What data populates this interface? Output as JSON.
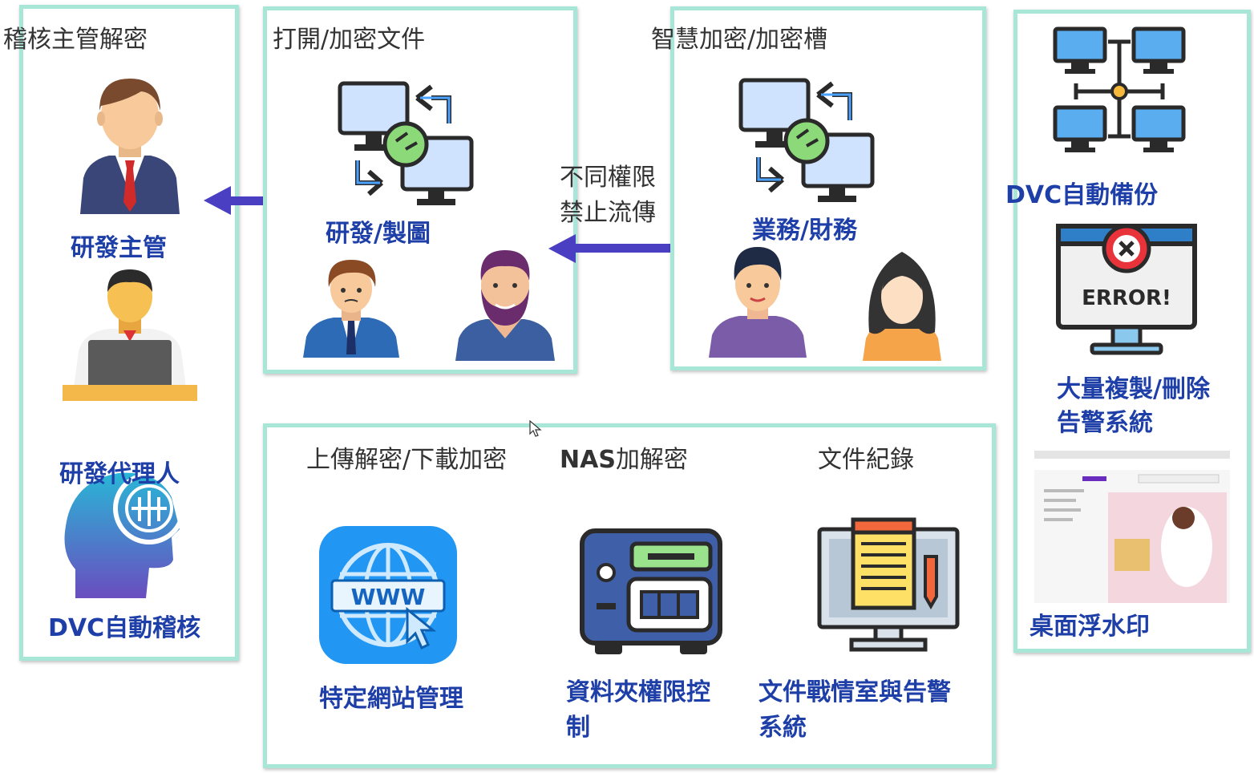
{
  "colors": {
    "panel_border": "#a8e6d8",
    "label_blue": "#1f3fa8",
    "arrow": "#4a3fc2",
    "heading": "#333333"
  },
  "panel_audit": {
    "heading": "稽核主管解密",
    "manager_label": "研發主管",
    "agent_label": "研發代理人",
    "audit_label": "DVC自動稽核"
  },
  "panel_open": {
    "heading": "打開/加密文件",
    "group_label": "研發/製圖"
  },
  "middle": {
    "note_line1": "不同權限",
    "note_line2": "禁止流傳"
  },
  "panel_smart": {
    "heading": "智慧加密/加密槽",
    "group_label": "業務/財務"
  },
  "panel_right": {
    "backup_label": "DVC自動備份",
    "copy_alert_line1": "大量複製/刪除",
    "copy_alert_line2": "告警系統",
    "watermark_label": "桌面浮水印",
    "error_text": "ERROR!"
  },
  "panel_bottom": {
    "upload_heading": "上傳解密/下載加密",
    "nas_prefix": "NAS",
    "nas_suffix": "加解密",
    "doc_heading": "文件紀錄",
    "web_label": "特定網站管理",
    "folder_label": "資料夾權限控制",
    "warroom_label": "文件戰情室與告警系統",
    "www_text": "WWW"
  },
  "icons": [
    "manager-icon",
    "laptop-user-icon",
    "ai-head-icon",
    "computer-sync-icon",
    "man-icon",
    "bearded-man-icon",
    "woman-icon",
    "network-icon",
    "error-monitor-icon",
    "watermark-screenshot",
    "www-icon",
    "nas-icon",
    "document-monitor-icon",
    "cursor-icon"
  ]
}
